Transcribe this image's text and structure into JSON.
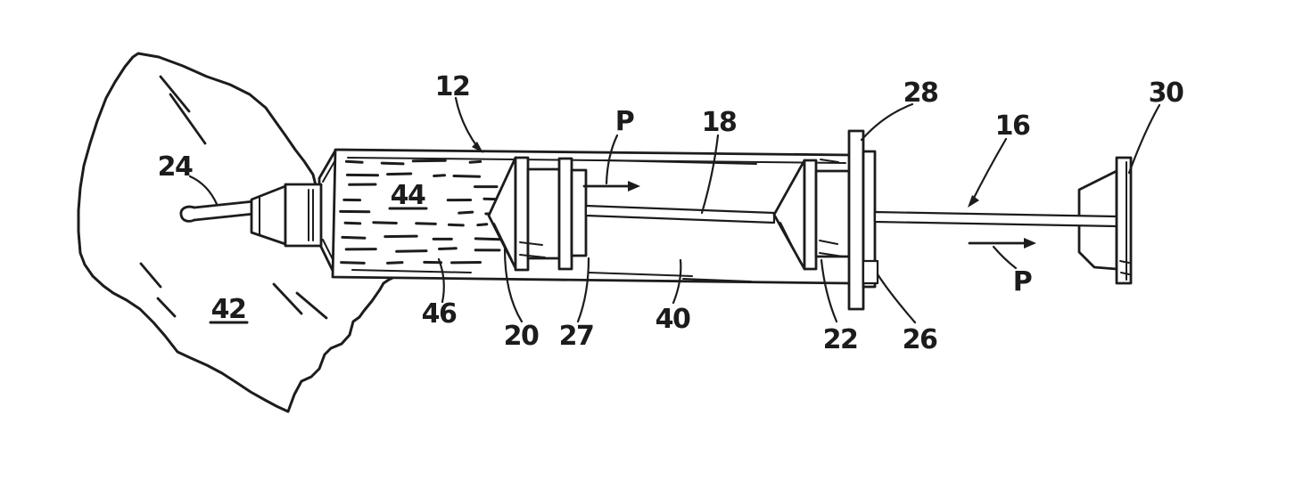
{
  "figure": {
    "background_color": "#ffffff",
    "ink_color": "#1c1c1c",
    "labels": {
      "n12": {
        "text": "12"
      },
      "n16": {
        "text": "16"
      },
      "n18": {
        "text": "18"
      },
      "n20": {
        "text": "20"
      },
      "n22": {
        "text": "22"
      },
      "n24": {
        "text": "24"
      },
      "n26": {
        "text": "26"
      },
      "n27": {
        "text": "27"
      },
      "n28": {
        "text": "28"
      },
      "n30": {
        "text": "30"
      },
      "n40": {
        "text": "40"
      },
      "n42": {
        "text": "42",
        "underlined": true
      },
      "n44": {
        "text": "44",
        "underlined": true
      },
      "n46": {
        "text": "46"
      },
      "p_left": {
        "text": "P",
        "arrow_direction": "right"
      },
      "p_right": {
        "text": "P",
        "arrow_direction": "right"
      }
    }
  }
}
